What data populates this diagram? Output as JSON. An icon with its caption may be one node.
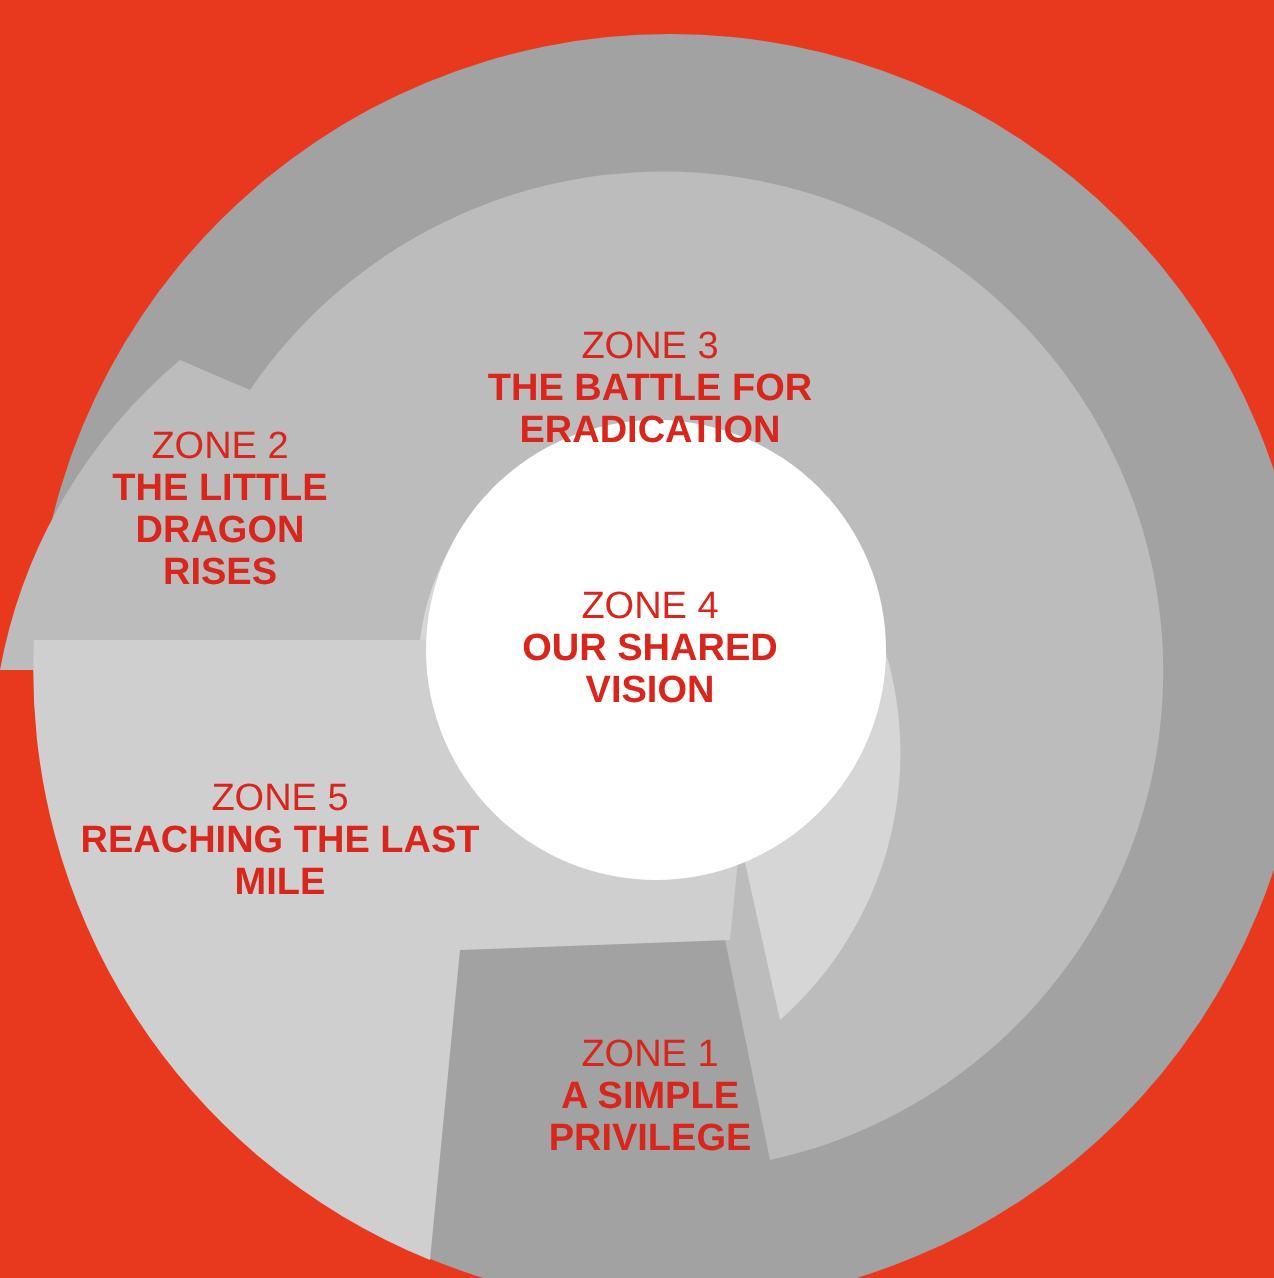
{
  "diagram": {
    "nodes": [
      {
        "text": [
          "ZONE 1",
          "A SIMPLE PRIVILEGE"
        ]
      },
      {
        "text": [
          "ZONE 2",
          "THE LITTLE DRAGON RISES"
        ]
      },
      {
        "text": [
          "ZONE 3",
          "THE BATTLE FOR ERADICATION"
        ]
      },
      {
        "text": [
          "ZONE 4",
          "OUR SHARED VISION"
        ]
      },
      {
        "text": [
          "ZONE 5",
          "REACHING THE LAST MILE"
        ]
      }
    ],
    "edges": []
  }
}
